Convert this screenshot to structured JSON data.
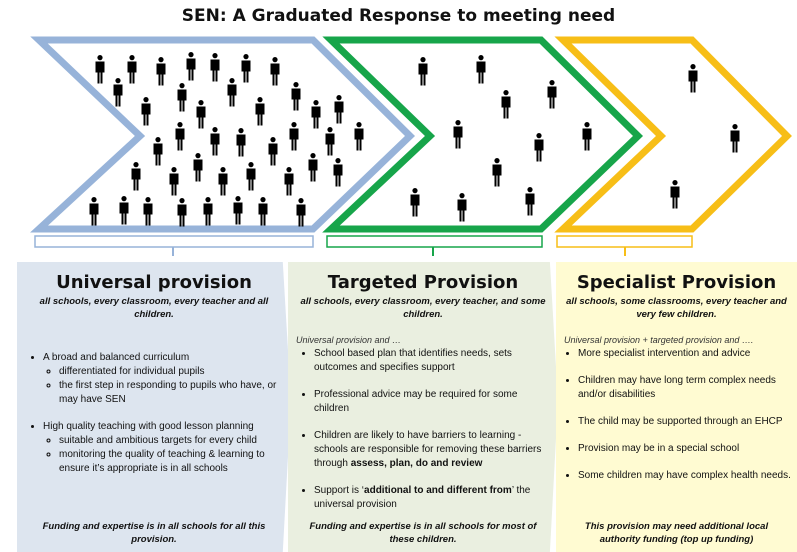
{
  "title": "SEN: A Graduated Response to meeting need",
  "colors": {
    "universal": "#97b3d9",
    "targeted": "#17a54a",
    "specialist": "#f7be17"
  },
  "panels": [
    {
      "heading": "Universal provision",
      "subtitle": "all schools, every classroom, every teacher and all children.",
      "items": [
        {
          "text": "A broad and balanced curriculum",
          "sub": [
            "differentiated for individual pupils",
            "the first step in responding to pupils who have, or may have SEN"
          ]
        },
        {
          "text": "High quality teaching with good lesson planning",
          "sub": [
            "suitable and ambitious targets for every child",
            "monitoring the quality of teaching & learning to ensure it’s appropriate is in all schools"
          ]
        }
      ],
      "footer": "Funding and expertise is in all schools for all this provision."
    },
    {
      "heading": "Targeted Provision",
      "subtitle": "all schools, every classroom, every teacher, and some children.",
      "intro": "Universal provision and …",
      "items": [
        "School based plan that identifies needs, sets outcomes and specifies support",
        "Professional advice may be required for some children",
        "Children are likely to have barriers to learning - schools are responsible for removing these barriers through ",
        "Support is ‘"
      ],
      "bold3": "assess, plan, do and review",
      "bold4": "additional to and different from",
      "tail4": "’ the universal provision",
      "footer": "Funding and expertise is in all schools for most of these children."
    },
    {
      "heading": "Specialist Provision",
      "subtitle": "all schools, some classrooms, every teacher and very few children.",
      "intro": "Universal provision + targeted provision and ….",
      "items": [
        "More specialist intervention and advice",
        "Children may have long term complex needs and/or disabilities",
        "The child may be supported through an EHCP",
        "Provision may be in a special school",
        "Some children may have complex health needs."
      ],
      "footer": "This provision may need additional local authority funding (top up funding)"
    }
  ]
}
